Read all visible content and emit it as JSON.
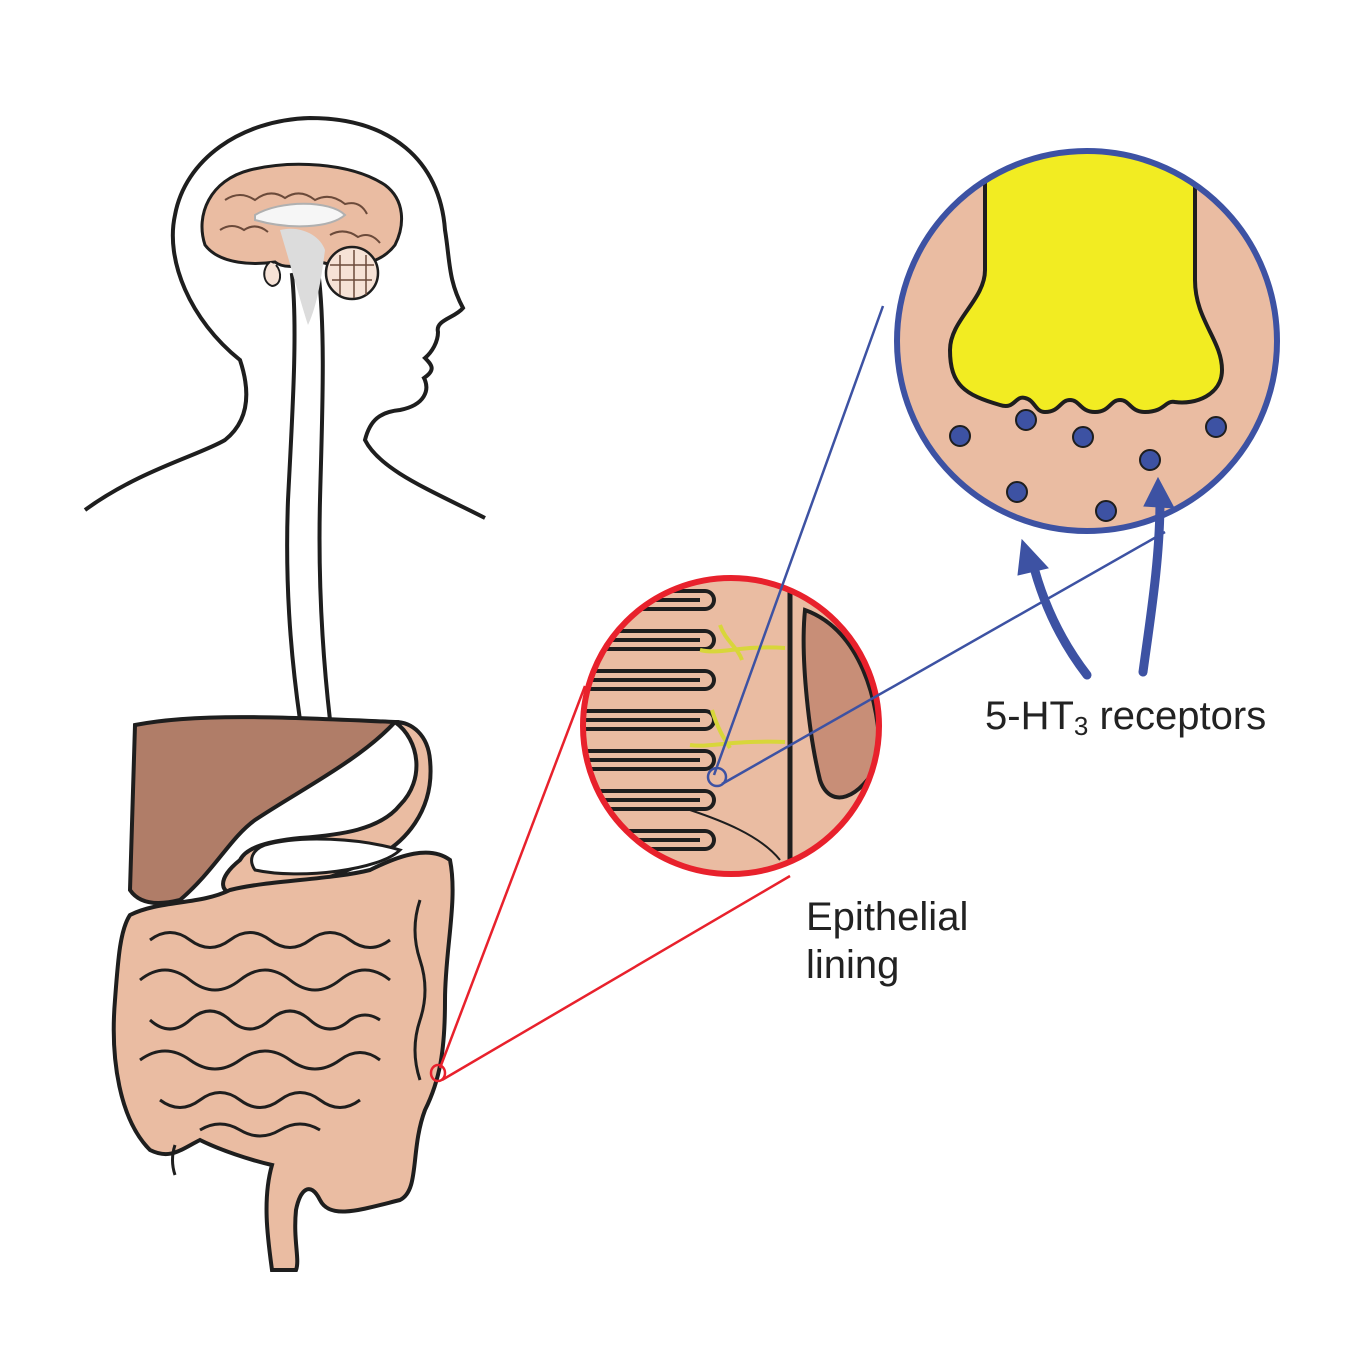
{
  "labels": {
    "receptors": {
      "prefix": "5-HT",
      "subscript": "3",
      "suffix": " receptors"
    },
    "epithelial": {
      "line1": "Epithelial",
      "line2": "lining"
    }
  },
  "colors": {
    "outline": "#1e1e1e",
    "skin": "#eabca2",
    "liver": "#b07d68",
    "serotonin_vesicle": "#f2ec22",
    "receptor": "#3d52a3",
    "zoom_small_circle": "#e8212c",
    "zoom_large_circle": "#3d52a3",
    "nerve": "#d8d63a",
    "brain_pale": "#dcdcdc"
  },
  "icons": [
    "human-silhouette-icon",
    "brain-icon",
    "liver-icon",
    "stomach-icon",
    "intestine-icon"
  ]
}
